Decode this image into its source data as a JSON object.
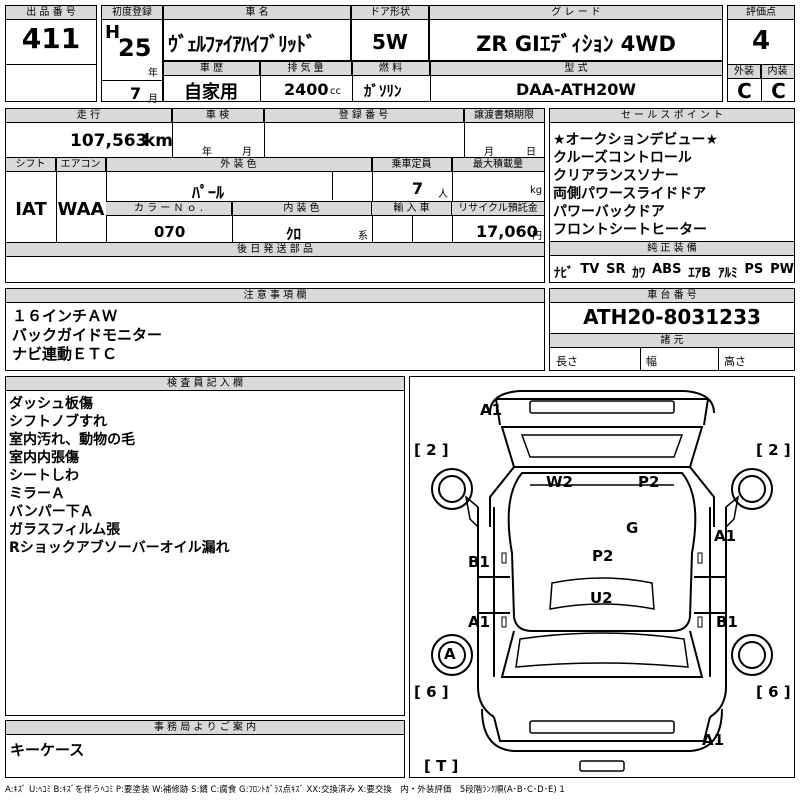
{
  "header": {
    "lot_label": "出 品 番 号",
    "lot": "411",
    "first_reg_label": "初度登録",
    "era": "H",
    "year": "25",
    "year_unit": "年",
    "month": "7",
    "month_unit": "月",
    "car_name_label": "車 名",
    "car_name": "ｳﾞｪﾙﾌｧｲｱﾊｲﾌﾞﾘｯﾄﾞ",
    "door_label": "ドア形状",
    "door": "5W",
    "grade_label": "グ レ ー ド",
    "grade": "ZR GIｴﾃﾞｨｼｮﾝ 4WD",
    "score_label": "評価点",
    "score": "4",
    "history_label": "車 歴",
    "history": "自家用",
    "displacement_label": "排 気 量",
    "displacement": "2400",
    "displacement_unit": "cc",
    "fuel_label": "燃 料",
    "fuel": "ｶﾞｿﾘﾝ",
    "model_label": "型 式",
    "model": "DAA-ATH20W",
    "exterior_label": "外装",
    "exterior": "C",
    "interior_label": "内装",
    "interior": "C"
  },
  "row2": {
    "mileage_label": "走 行",
    "mileage": "107,563",
    "mileage_unit": "km",
    "inspection_label": "車 検",
    "inspection_year": "年",
    "inspection_month": "月",
    "reg_no_label": "登 録 番 号",
    "transfer_label": "譲渡書類期限",
    "transfer_month": "月",
    "transfer_day": "日",
    "shift_label": "シフト",
    "aircon_label": "エアコン",
    "color_label": "外 装 色",
    "capacity_label": "乗車定員",
    "maxload_label": "最大積載量",
    "shift": "IAT",
    "aircon": "WAA",
    "color": "ﾊﾟｰﾙ",
    "capacity": "7",
    "capacity_unit": "人",
    "maxload_unit": "kg",
    "colorno_label": "カ ラ ー Ｎ ｏ .",
    "intcolor_label": "内 装 色",
    "import_label": "輸 入 車",
    "recycle_label": "リサイクル預託金",
    "colorno": "070",
    "intcolor": "ｸﾛ",
    "intcolor_unit": "系",
    "recycle": "17,060",
    "recycle_unit": "円",
    "later_label": "後 日 発 送 部 品"
  },
  "sales": {
    "label": "セ ー ル ス ポ イ ン ト",
    "points": [
      "★オークションデビュー★",
      "クルーズコントロール",
      "クリアランスソナー",
      "両側パワースライドドア",
      "パワーバックドア",
      "フロントシートヒーター"
    ],
    "equip_label": "純 正 装 備",
    "equip": [
      "ﾅﾋﾞ",
      "TV",
      "SR",
      "ｶﾜ",
      "ABS",
      "ｴｱB",
      "ｱﾙﾐ",
      "PS",
      "PW"
    ]
  },
  "notes": {
    "label": "注 意 事 項 欄",
    "lines": [
      "１６インチＡＷ",
      "バックガイドモニター",
      "ナビ連動ＥＴＣ"
    ]
  },
  "chassis": {
    "label": "車 台 番 号",
    "number": "ATH20-8031233",
    "spec_label": "諸 元",
    "length": "長さ",
    "width": "幅",
    "height": "高さ"
  },
  "inspector": {
    "label": "検 査 員 記 入 欄",
    "lines": [
      "ダッシュ板傷",
      "シフトノブすれ",
      "室内汚れ、動物の毛",
      "室内内張傷",
      "シートしわ",
      "ミラーＡ",
      "バンパー下Ａ",
      "ガラスフィルム張",
      "Rショックアブソーバーオイル漏れ"
    ]
  },
  "office": {
    "label": "事 務 局 よ り ご 案 内",
    "text": "キーケース"
  },
  "diagram": {
    "marks": {
      "front_bumper": "A1",
      "roof_front": "W2",
      "roof_right": "P2",
      "glass": "G",
      "left_front": "B1",
      "right_front": "A1",
      "roof_center": "P2",
      "left_rear": "A1",
      "right_rear": "B1",
      "roof_rear": "U2",
      "left_wheel": "A",
      "rear_bumper": "A1"
    },
    "corner_tl": "[ 2 ]",
    "corner_tr": "[ 2 ]",
    "corner_bl": "[ 6 ]",
    "corner_br": "[ 6 ]",
    "corner_bottom": "[ T ]"
  },
  "legend": "A:ｷｽﾞ U:ﾍｺﾐ B:ｷｽﾞを伴うﾍｺﾐ P:要塗装 W:補修跡 S:錆 C:腐食 G:ﾌﾛﾝﾄｶﾞﾗｽ点ｷｽﾞ XX:交換済み X:要交換　内・外装評価　5段階ﾗﾝｸ順(A･B･C･D･E) 1"
}
